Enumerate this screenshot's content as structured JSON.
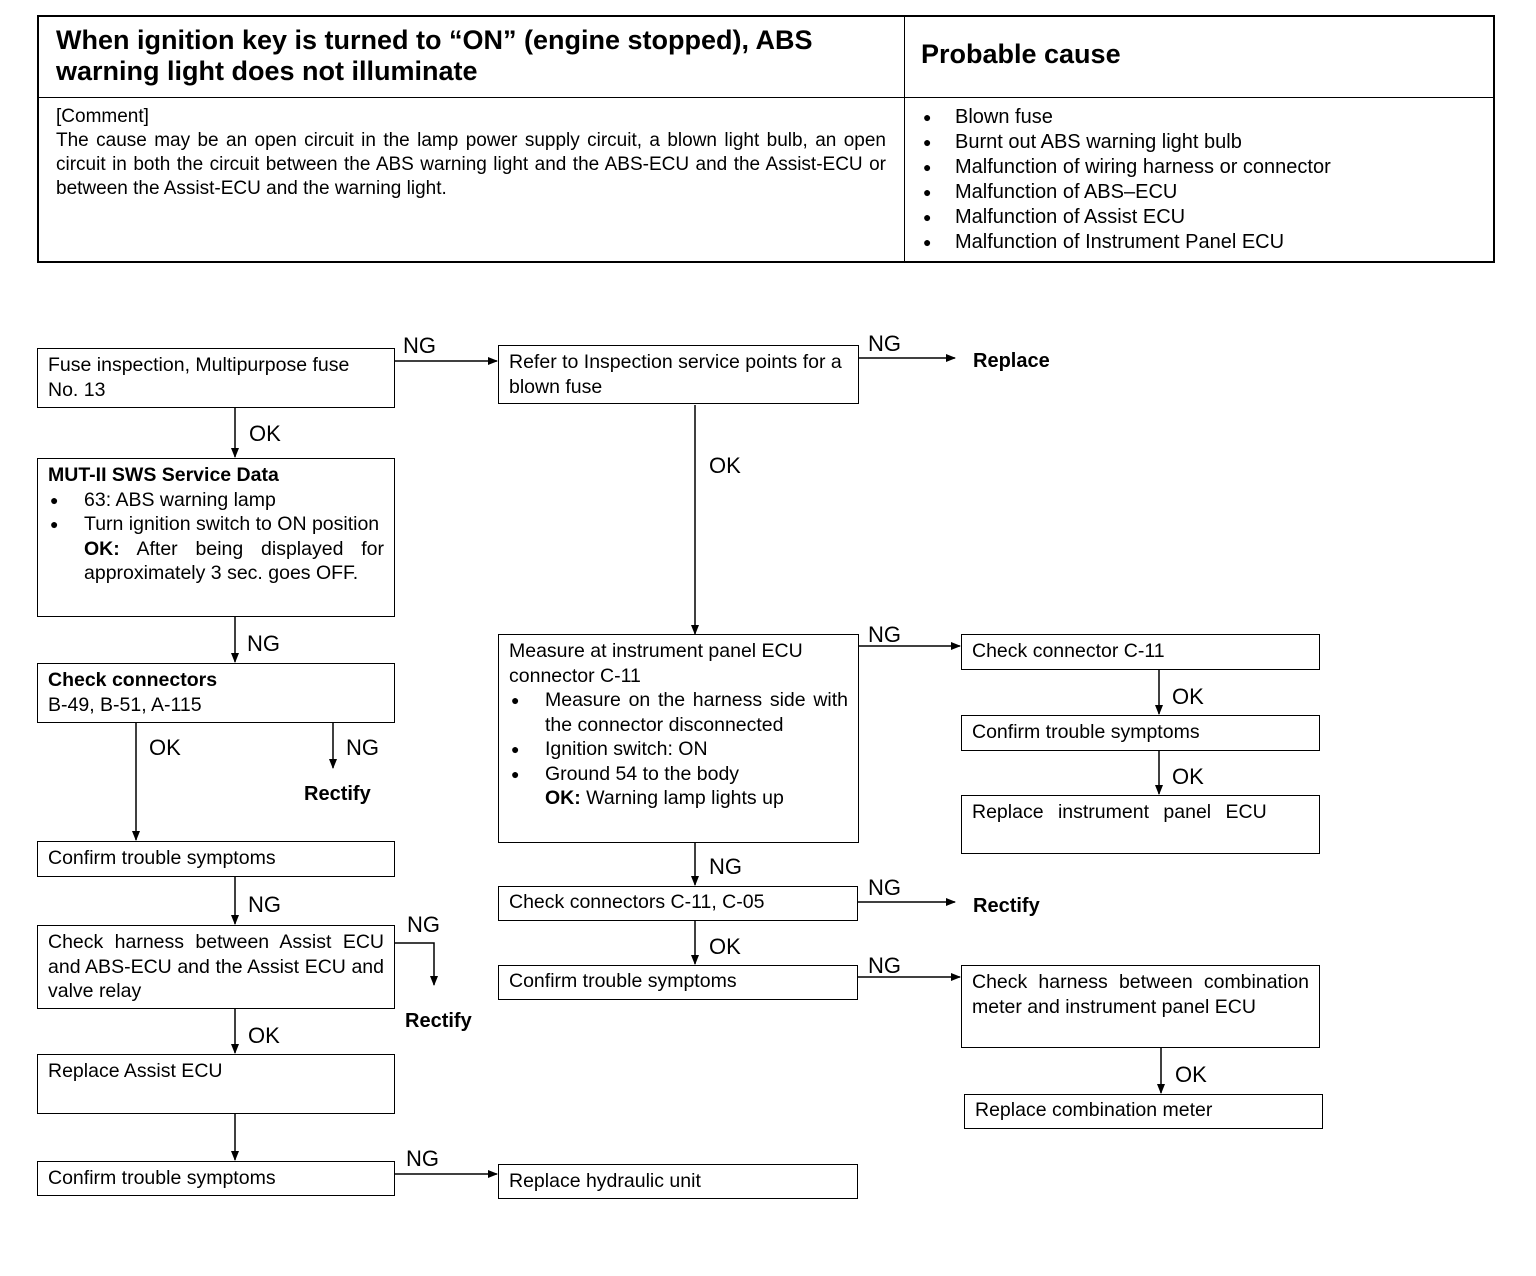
{
  "header": {
    "condition": "When ignition key is turned to “ON” (engine stopped), ABS warning light does not illuminate",
    "cause_title": "Probable cause",
    "comment_label": "[Comment]",
    "comment_text": "The cause may be an open circuit in the lamp power supply circuit, a blown light bulb, an open circuit in both the circuit between the ABS warning light and the ABS-ECU and the Assist-ECU or between the Assist-ECU and the warning light.",
    "causes": [
      "Blown fuse",
      "Burnt out ABS warning light bulb",
      "Malfunction of wiring harness or connector",
      "Malfunction of ABS–ECU",
      "Malfunction of Assist ECU",
      "Malfunction of Instrument Panel ECU"
    ]
  },
  "flow": {
    "fuse": "Fuse inspection, Multipurpose fuse No. 13",
    "refer": "Refer to Inspection service points for a blown fuse",
    "replace_fuse": "Replace",
    "mut_title": "MUT-II SWS Service Data",
    "mut_item1": "63: ABS warning lamp",
    "mut_item2": "Turn ignition switch to ON position",
    "mut_ok_label": "OK:",
    "mut_ok_text": "After being displayed for approximately 3 sec. goes OFF.",
    "check_conn_title": "Check connectors",
    "check_conn_list": "B-49, B-51, A-115",
    "rectify_1": "Rectify",
    "confirm_1": "Confirm trouble symptoms",
    "check_harness_assist": "Check harness between Assist ECU and ABS-ECU and the Assist ECU and valve relay",
    "rectify_2": "Rectify",
    "replace_assist": "Replace Assist ECU",
    "confirm_2": "Confirm trouble symptoms",
    "replace_hydraulic": "Replace hydraulic unit",
    "measure_title": "Measure at instrument panel ECU connector C-11",
    "measure_item1": "Measure on the harness side with the connector disconnected",
    "measure_item2": "Ignition switch: ON",
    "measure_item3": "Ground 54 to the body",
    "measure_ok_label": "OK:",
    "measure_ok_text": "Warning lamp lights up",
    "check_c11": "Check connector C-11",
    "confirm_3": "Confirm trouble symptoms",
    "replace_ipecu": "Replace instrument panel ECU",
    "check_c11_c05": "Check connectors C-11, C-05",
    "rectify_3": "Rectify",
    "confirm_4": "Confirm trouble symptoms",
    "check_harness_meter": "Check harness between combination meter and instrument panel ECU",
    "replace_meter": "Replace combination meter"
  },
  "labels": {
    "ok": "OK",
    "ng": "NG"
  }
}
